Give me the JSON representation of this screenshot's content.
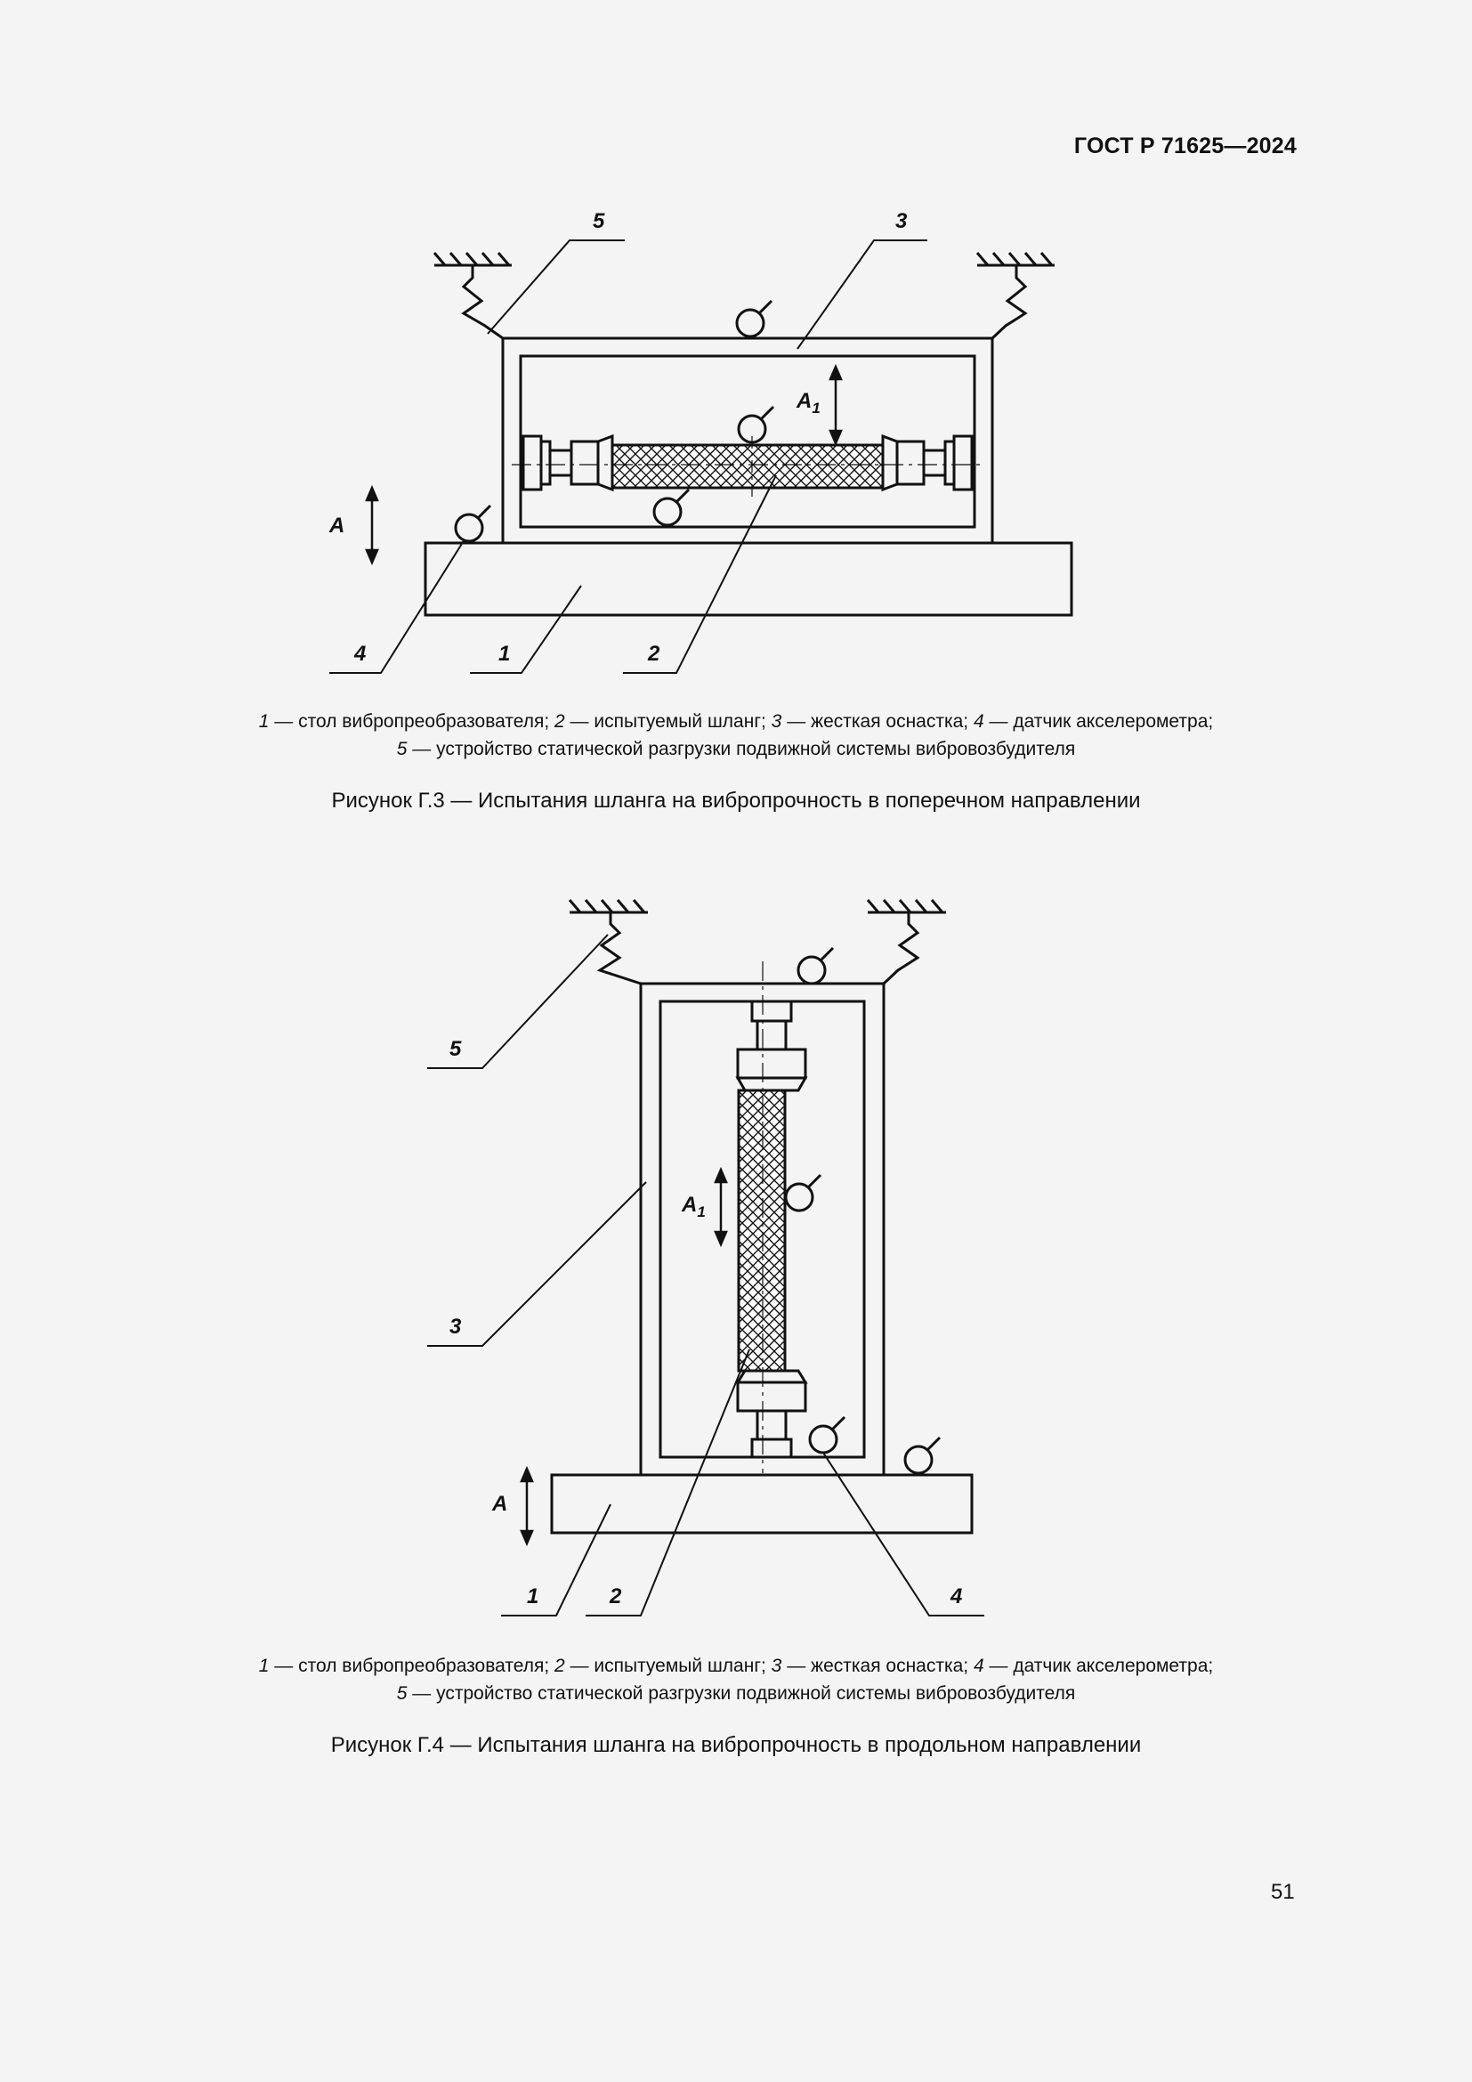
{
  "header": {
    "doc_id": "ГОСТ Р 71625—2024"
  },
  "figure3": {
    "callouts": {
      "n1": "1",
      "n2": "2",
      "n3": "3",
      "n4": "4",
      "n5": "5"
    },
    "labels": {
      "amp": "A",
      "amp1_base": "A",
      "amp1_sub": "1"
    },
    "legend": [
      {
        "num": "1",
        "text": " — стол вибропреобразователя; "
      },
      {
        "num": "2",
        "text": " — испытуемый шланг; "
      },
      {
        "num": "3",
        "text": " — жесткая оснастка; "
      },
      {
        "num": "4",
        "text": " — датчик акселерометра;"
      },
      {
        "num": "5",
        "text": " — устройство статической разгрузки подвижной системы вибровозбудителя"
      }
    ],
    "caption": "Рисунок Г.3 — Испытания шланга на вибропрочность в поперечном направлении"
  },
  "figure4": {
    "callouts": {
      "n1": "1",
      "n2": "2",
      "n3": "3",
      "n4": "4",
      "n5": "5"
    },
    "labels": {
      "amp": "A",
      "amp1_base": "A",
      "amp1_sub": "1"
    },
    "legend": [
      {
        "num": "1",
        "text": " — стол вибропреобразователя; "
      },
      {
        "num": "2",
        "text": " — испытуемый шланг; "
      },
      {
        "num": "3",
        "text": " — жесткая оснастка; "
      },
      {
        "num": "4",
        "text": " — датчик акселерометра;"
      },
      {
        "num": "5",
        "text": " — устройство статической разгрузки подвижной системы вибровозбудителя"
      }
    ],
    "caption": "Рисунок Г.4 — Испытания шланга на вибропрочность в продольном направлении"
  },
  "page_number": "51"
}
